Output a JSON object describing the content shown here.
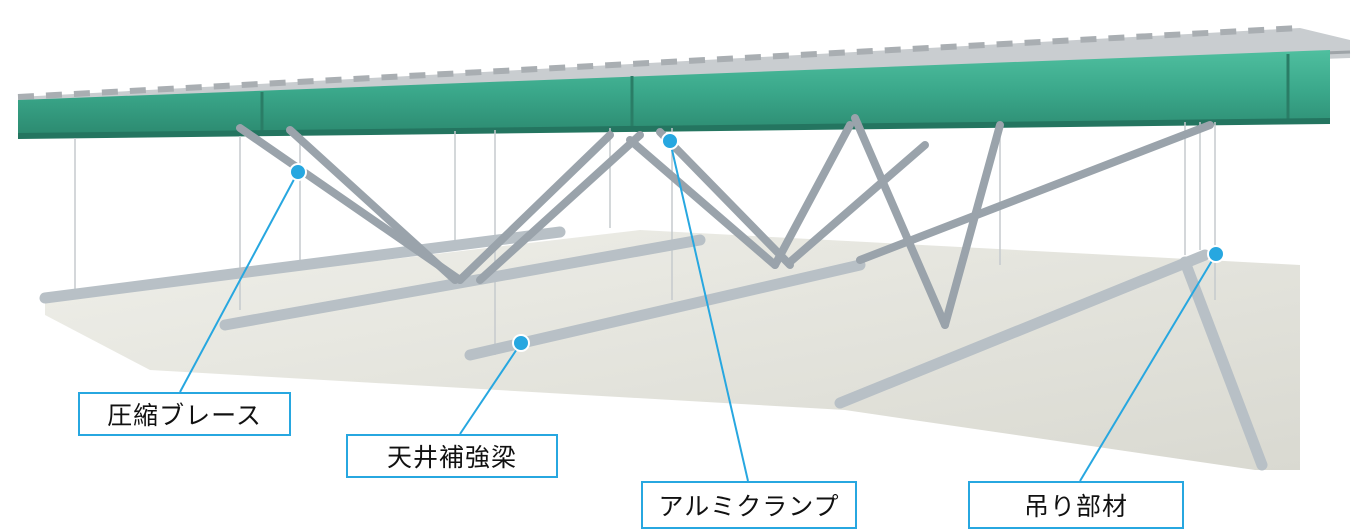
{
  "colors": {
    "beam": "#3aa78a",
    "leader": "#27a7e0",
    "brace": "#9aa3ab",
    "channel": "#b8c0c6",
    "ceiling": "#e6e6df"
  },
  "labels": {
    "compression_brace": "圧縮ブレース",
    "ceiling_beam": "天井補強梁",
    "aluminum_clamp": "アルミクランプ",
    "hanger": "吊り部材"
  }
}
